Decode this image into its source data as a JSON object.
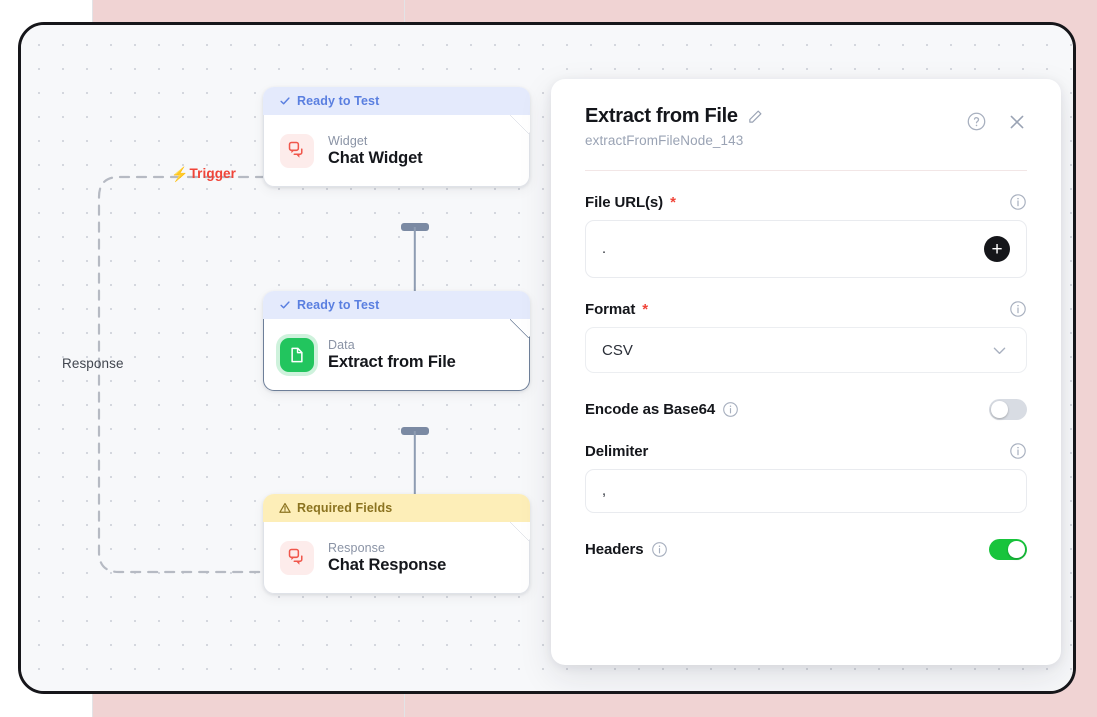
{
  "canvas": {
    "trigger_label": "Trigger",
    "trigger_bolt": "lightning-bolt-icon",
    "response_label": "Response",
    "nodes": [
      {
        "status": "Ready to Test",
        "status_type": "ready",
        "status_icon": "check-icon",
        "kind": "Widget",
        "title": "Chat Widget",
        "icon": "chat-bubbles-icon",
        "icon_color": "#f04438",
        "selected": false
      },
      {
        "status": "Ready to Test",
        "status_type": "ready",
        "status_icon": "check-icon",
        "kind": "Data",
        "title": "Extract from File",
        "icon": "document-icon",
        "icon_color": "#22c55e",
        "selected": true
      },
      {
        "status": "Required Fields",
        "status_type": "required",
        "status_icon": "warning-triangle-icon",
        "kind": "Response",
        "title": "Chat Response",
        "icon": "chat-bubbles-icon",
        "icon_color": "#f04438",
        "selected": false
      }
    ]
  },
  "panel": {
    "title": "Extract from File",
    "edit_icon": "pencil-icon",
    "subtitle": "extractFromFileNode_143",
    "help_icon": "question-circle-icon",
    "close_icon": "close-x-icon",
    "fields": {
      "file_urls": {
        "label": "File URL(s)",
        "required_marker": "*",
        "info_icon": "info-circle-icon",
        "value": ".",
        "add_button": "plus-icon"
      },
      "format": {
        "label": "Format",
        "required_marker": "*",
        "info_icon": "info-circle-icon",
        "value": "CSV",
        "chevron": "chevron-down-icon",
        "options": [
          "CSV"
        ]
      },
      "encode_base64": {
        "label": "Encode as Base64",
        "info_icon": "info-circle-icon",
        "state": "off"
      },
      "delimiter": {
        "label": "Delimiter",
        "info_icon": "info-circle-icon",
        "value": ","
      },
      "headers": {
        "label": "Headers",
        "info_icon": "info-circle-icon",
        "state": "on"
      }
    }
  },
  "colors": {
    "accent_red": "#f04438",
    "accent_green": "#22c55e",
    "status_ready_bg": "#e4eafc",
    "status_ready_fg": "#5a7fe0",
    "status_required_bg": "#fdeeb8",
    "status_required_fg": "#8b7320",
    "backdrop_pink": "#f0d3d3",
    "toggle_on": "#18c43c"
  }
}
